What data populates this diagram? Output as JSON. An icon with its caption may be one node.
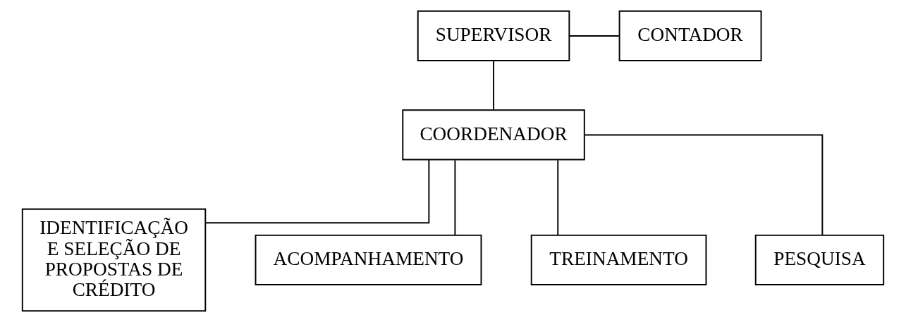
{
  "diagram": {
    "nodes": [
      {
        "text": [
          "SUPERVISOR"
        ]
      },
      {
        "text": [
          "CONTADOR"
        ]
      },
      {
        "text": [
          "COORDENADOR"
        ]
      },
      {
        "text": [
          "IDENTIFICAÇÃO E SELEÇÃO DE PROPOSTAS DE CRÉDITO"
        ]
      },
      {
        "text": [
          "ACOMPANHAMENTO"
        ]
      },
      {
        "text": [
          "TREINAMENTO"
        ]
      },
      {
        "text": [
          "PESQUISA"
        ]
      }
    ],
    "edges": [
      {
        "from": 0,
        "to": 1,
        "arrow": "none"
      },
      {
        "from": 0,
        "to": 2,
        "arrow": "none"
      },
      {
        "from": 2,
        "to": 3,
        "arrow": "none"
      },
      {
        "from": 2,
        "to": 4,
        "arrow": "none"
      },
      {
        "from": 2,
        "to": 5,
        "arrow": "none"
      },
      {
        "from": 2,
        "to": 6,
        "arrow": "none"
      }
    ]
  }
}
